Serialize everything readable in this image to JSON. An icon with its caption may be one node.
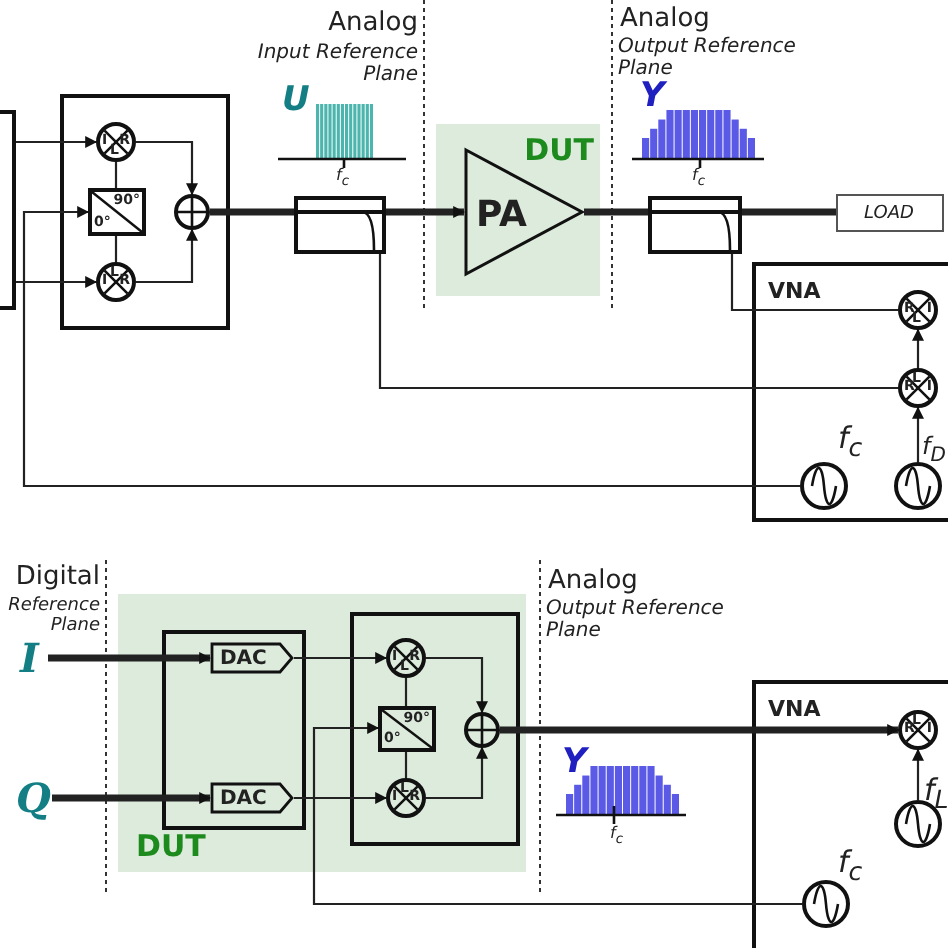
{
  "diagram": {
    "nodes": [
      {
        "text": [],
        "shape": "box"
      },
      {
        "text": [],
        "shape": "box"
      },
      {
        "text": [
          "I",
          "R",
          "L"
        ],
        "in": 1
      },
      {
        "text": [
          "90°",
          "0°"
        ],
        "in": 1
      },
      {
        "text": [
          "I",
          "L",
          "R"
        ],
        "in": 1
      },
      {
        "text": [],
        "shape": "circle",
        "in": 1
      },
      {
        "text": [],
        "shape": "box"
      },
      {
        "text": [
          "DUT"
        ]
      },
      {
        "text": [
          "PA"
        ],
        "in": 7
      },
      {
        "text": [],
        "shape": "box"
      },
      {
        "text": [
          "LOAD"
        ]
      },
      {
        "text": [
          "VNA"
        ]
      },
      {
        "text": [
          "R",
          "I",
          "L"
        ],
        "in": 11
      },
      {
        "text": [
          "L",
          "R",
          "I"
        ],
        "in": 11
      },
      {
        "text": [],
        "shape": "circle",
        "in": 11,
        "beside": [
          "f$_{c}$"
        ]
      },
      {
        "text": [],
        "shape": "circle",
        "in": 11,
        "beside": [
          "f$_{D}$"
        ]
      },
      {
        "text": [
          "DUT"
        ]
      },
      {
        "text": [],
        "shape": "box",
        "in": 16
      },
      {
        "text": [
          "DAC"
        ],
        "in": 17
      },
      {
        "text": [
          "DAC"
        ],
        "in": 17
      },
      {
        "text": [],
        "shape": "box",
        "in": 16
      },
      {
        "text": [
          "I",
          "R",
          "L"
        ],
        "in": 20
      },
      {
        "text": [
          "90°",
          "0°"
        ],
        "in": 20
      },
      {
        "text": [
          "I",
          "L",
          "R"
        ],
        "in": 20
      },
      {
        "text": [],
        "shape": "circle",
        "in": 20
      },
      {
        "text": [
          "I"
        ]
      },
      {
        "text": [
          "Q"
        ]
      },
      {
        "text": [
          "VNA"
        ]
      },
      {
        "text": [
          "R",
          "L",
          "I"
        ],
        "in": 27
      },
      {
        "text": [],
        "shape": "circle",
        "in": 27,
        "beside": [
          "f$_{L}$"
        ]
      },
      {
        "text": [],
        "shape": "circle",
        "in": 27,
        "beside": [
          "f$_{c}$"
        ]
      }
    ],
    "edges": [
      {
        "from": 0,
        "to": 2,
        "arrow": "to"
      },
      {
        "from": 0,
        "to": 4,
        "arrow": "to"
      },
      {
        "from": 2,
        "to": 5,
        "arrow": "to"
      },
      {
        "from": 4,
        "to": 5,
        "arrow": "to"
      },
      {
        "from": 3,
        "to": 2,
        "arrow": "none"
      },
      {
        "from": 3,
        "to": 4,
        "arrow": "none"
      },
      {
        "from": 5,
        "to": 6,
        "arrow": "none",
        "style": "thick"
      },
      {
        "from": 6,
        "to": 8,
        "arrow": "to",
        "style": "thick"
      },
      {
        "from": 8,
        "to": 9,
        "arrow": "none",
        "style": "thick"
      },
      {
        "from": 9,
        "to": 10,
        "arrow": "none",
        "style": "thick"
      },
      {
        "from": 6,
        "to": 13,
        "arrow": "none"
      },
      {
        "from": 9,
        "to": 12,
        "arrow": "none"
      },
      {
        "from": 13,
        "to": 12,
        "arrow": "to"
      },
      {
        "from": 15,
        "to": 13,
        "arrow": "to"
      },
      {
        "from": 14,
        "to": 3,
        "arrow": "to"
      },
      {
        "from": 25,
        "to": 18,
        "arrow": "to",
        "style": "thick"
      },
      {
        "from": 26,
        "to": 19,
        "arrow": "to",
        "style": "thick"
      },
      {
        "from": 18,
        "to": 21,
        "arrow": "to"
      },
      {
        "from": 19,
        "to": 23,
        "arrow": "to"
      },
      {
        "from": 21,
        "to": 24,
        "arrow": "to"
      },
      {
        "from": 23,
        "to": 24,
        "arrow": "to"
      },
      {
        "from": 22,
        "to": 21,
        "arrow": "none"
      },
      {
        "from": 22,
        "to": 23,
        "arrow": "none"
      },
      {
        "from": 24,
        "to": 28,
        "arrow": "to",
        "style": "thick"
      },
      {
        "from": 29,
        "to": 28,
        "arrow": "to"
      },
      {
        "from": 30,
        "to": 22,
        "arrow": "to"
      }
    ],
    "labels": [
      "Analog",
      "Input Reference Plane",
      "U",
      "f$_{c}$",
      "Analog",
      "Output Reference Plane",
      "Y",
      "f$_{c}$",
      "Digital",
      "Reference Plane",
      "Analog",
      "Output Reference Plane",
      "Y",
      "f$_{c}$"
    ]
  }
}
